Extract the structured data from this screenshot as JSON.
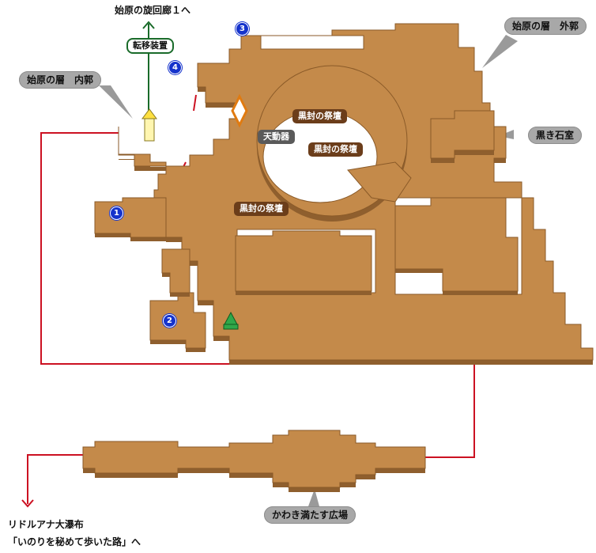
{
  "labels": {
    "to_corridor": "始原の旋回廊１へ",
    "teleporter": "転移装置",
    "inner_bailey": "始原の層　内郭",
    "outer_bailey": "始原の層　外郭",
    "black_stone_room": "黒き石室",
    "tendouki": "天動器",
    "altar_1": "黒封の祭壇",
    "altar_2": "黒封の祭壇",
    "altar_3": "黒封の祭壇",
    "plaza": "かわき満たす広場",
    "to_waterfall_line1": "リドルアナ大瀑布",
    "to_waterfall_line2": "「いのりを秘めて歩いた路」へ"
  },
  "markers": [
    "1",
    "2",
    "3",
    "4"
  ],
  "icons": {
    "teleporter": "teleporter-icon",
    "crystal": "crystal-icon",
    "npc": "npc-icon"
  },
  "colors": {
    "floor": "#c48a4a",
    "route": "#cc1122",
    "teleport_line": "#1a6b2a",
    "marker": "#1533cc"
  }
}
